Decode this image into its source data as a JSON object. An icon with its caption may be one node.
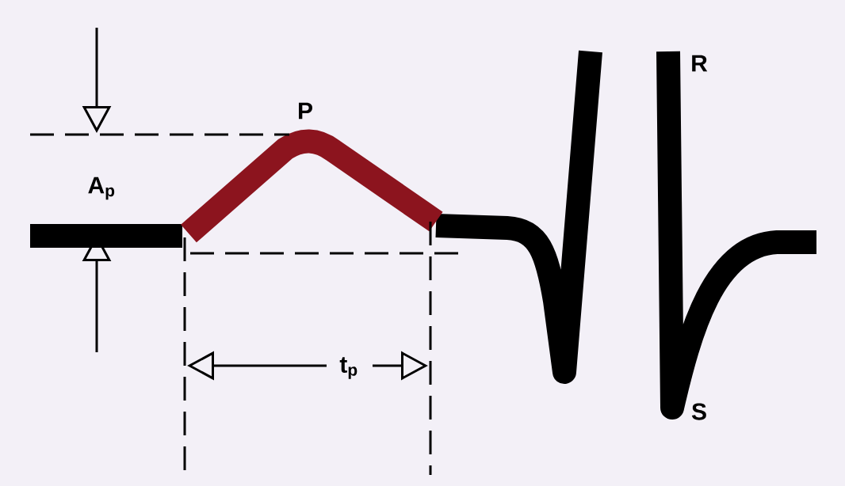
{
  "diagram": {
    "labels": [
      "P",
      "A$_{p}$",
      "t$_{p}$",
      "R",
      "S"
    ]
  }
}
